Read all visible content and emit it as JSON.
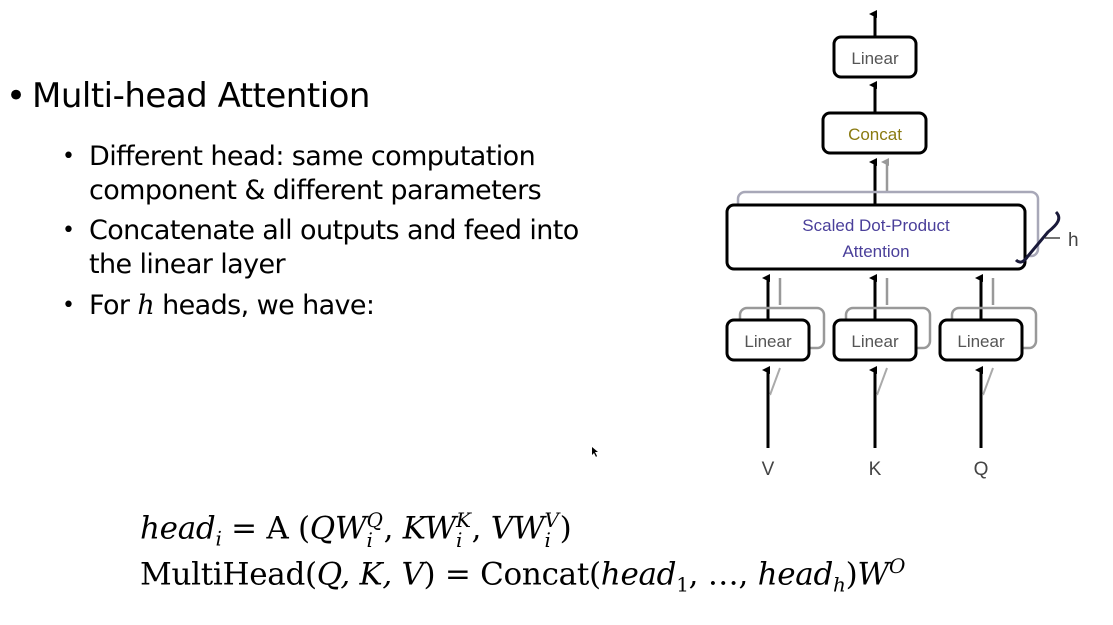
{
  "slide": {
    "title_bullet": "Multi-head Attention",
    "sub_bullets": [
      {
        "text": "Different head: same computation\ncomponent & different parameters"
      },
      {
        "text": "Concatenate all outputs and feed into\nthe linear layer"
      },
      {
        "prefix": "For ",
        "var": "h",
        "suffix": " heads, we have:"
      }
    ],
    "equations": {
      "line1": {
        "lhs": "head",
        "lhs_sub": "i",
        "eq": " = ",
        "fn": "A (",
        "terms": [
          {
            "pre": "QW",
            "sup": "Q",
            "sub": "i"
          },
          {
            "pre": "KW",
            "sup": "K",
            "sub": "i"
          },
          {
            "pre": "VW",
            "sup": "V",
            "sub": "i"
          }
        ],
        "close": ")"
      },
      "line2": {
        "lhs": "MultiHead(",
        "args": "Q, K, V",
        "lhs_close": ")",
        "eq": " = ",
        "fn": "Concat(",
        "first": "head",
        "first_sub": "1",
        "ellipsis": ", …, ",
        "last": "head",
        "last_sub": "h",
        "close": ")",
        "w": "W",
        "w_sup": "O"
      }
    }
  },
  "diagram": {
    "top_linear": "Linear",
    "concat": "Concat",
    "attention_line1": "Scaled Dot-Product",
    "attention_line2": "Attention",
    "h_label": "h",
    "input_linears": [
      "Linear",
      "Linear",
      "Linear"
    ],
    "inputs": [
      "V",
      "K",
      "Q"
    ],
    "colors": {
      "concat_text": "#8a7a10",
      "attention_text": "#4a3f9a",
      "linear_text": "#555555",
      "shadow_stroke": "#9a9aaa"
    }
  }
}
